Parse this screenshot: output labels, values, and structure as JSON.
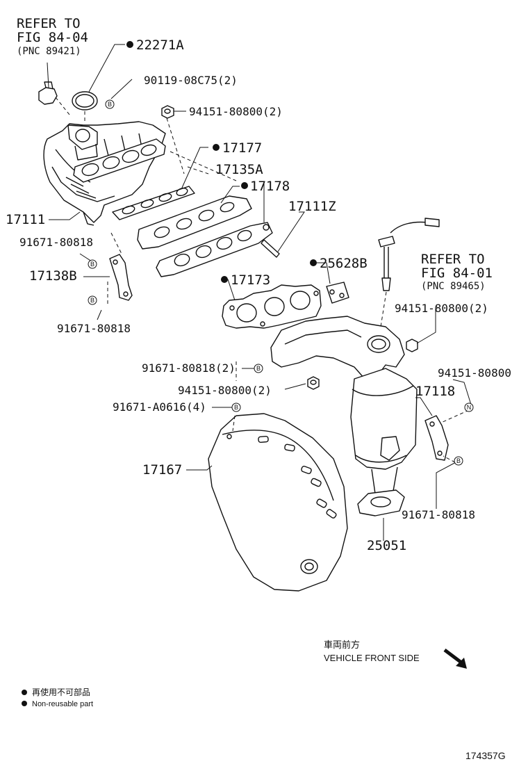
{
  "labels": {
    "refer_top": [
      "REFER TO",
      "FIG 84-04",
      "(PNC 89421)"
    ],
    "refer_right": [
      "REFER TO",
      "FIG 84-01",
      "(PNC 89465)"
    ],
    "p22271A": "22271A",
    "p90119": "90119-08C75(2)",
    "p94151_a": "94151-80800(2)",
    "p17177": "17177",
    "p17135A": "17135A",
    "p17178": "17178",
    "p17111Z": "17111Z",
    "p17111": "17111",
    "p91671_a": "91671-80818",
    "p17138B": "17138B",
    "p91671_b": "91671-80818",
    "p25628B": "25628B",
    "p17173": "17173",
    "p94151_b": "94151-80800(2)",
    "p91671_c": "91671-80818(2)",
    "p94151_c": "94151-80800(2)",
    "p94151_d": "94151-80800",
    "p17118": "17118",
    "p91671_A0616": "91671-A0616(4)",
    "p17167": "17167",
    "p91671_d": "91671-80818",
    "p25051": "25051"
  },
  "marks": {
    "B": "B",
    "N": "N"
  },
  "direction": {
    "jp": "車両前方",
    "en": "VEHICLE FRONT SIDE"
  },
  "legend": {
    "jp": "再使用不可部品",
    "en": "Non-reusable part"
  },
  "figure_code": "174357G"
}
